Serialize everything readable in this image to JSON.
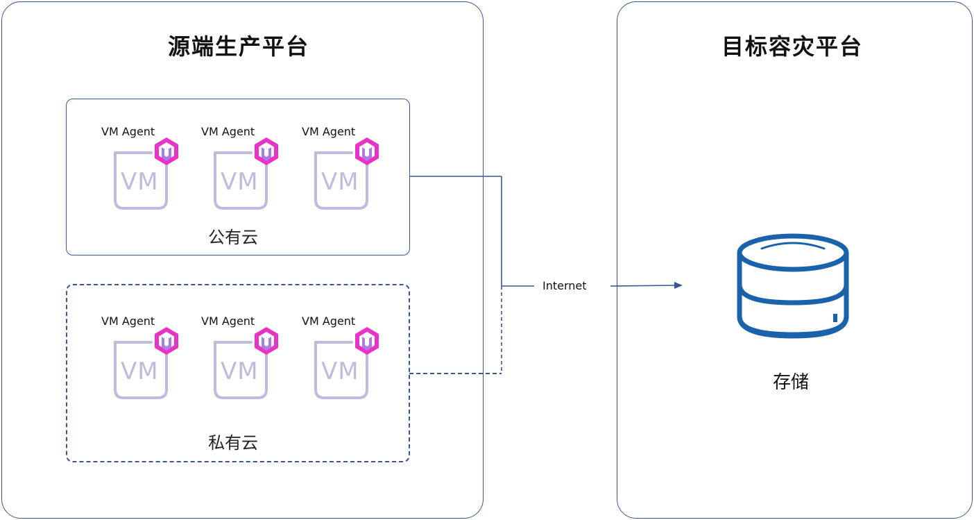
{
  "source_platform": {
    "title": "源端生产平台",
    "public_cloud": {
      "label": "公有云",
      "vms": [
        {
          "agent_label": "VM Agent",
          "vm_text": "VM"
        },
        {
          "agent_label": "VM Agent",
          "vm_text": "VM"
        },
        {
          "agent_label": "VM Agent",
          "vm_text": "VM"
        }
      ]
    },
    "private_cloud": {
      "label": "私有云",
      "vms": [
        {
          "agent_label": "VM Agent",
          "vm_text": "VM"
        },
        {
          "agent_label": "VM Agent",
          "vm_text": "VM"
        },
        {
          "agent_label": "VM Agent",
          "vm_text": "VM"
        }
      ]
    }
  },
  "connection": {
    "label": "Internet"
  },
  "target_platform": {
    "title": "目标容灾平台",
    "storage_label": "存储"
  },
  "colors": {
    "border": "#3a5594",
    "vm_outline": "#c3b9df",
    "agent_magenta": "#e833c6",
    "agent_violet": "#b07ae6",
    "storage_blue": "#1a62aa"
  }
}
